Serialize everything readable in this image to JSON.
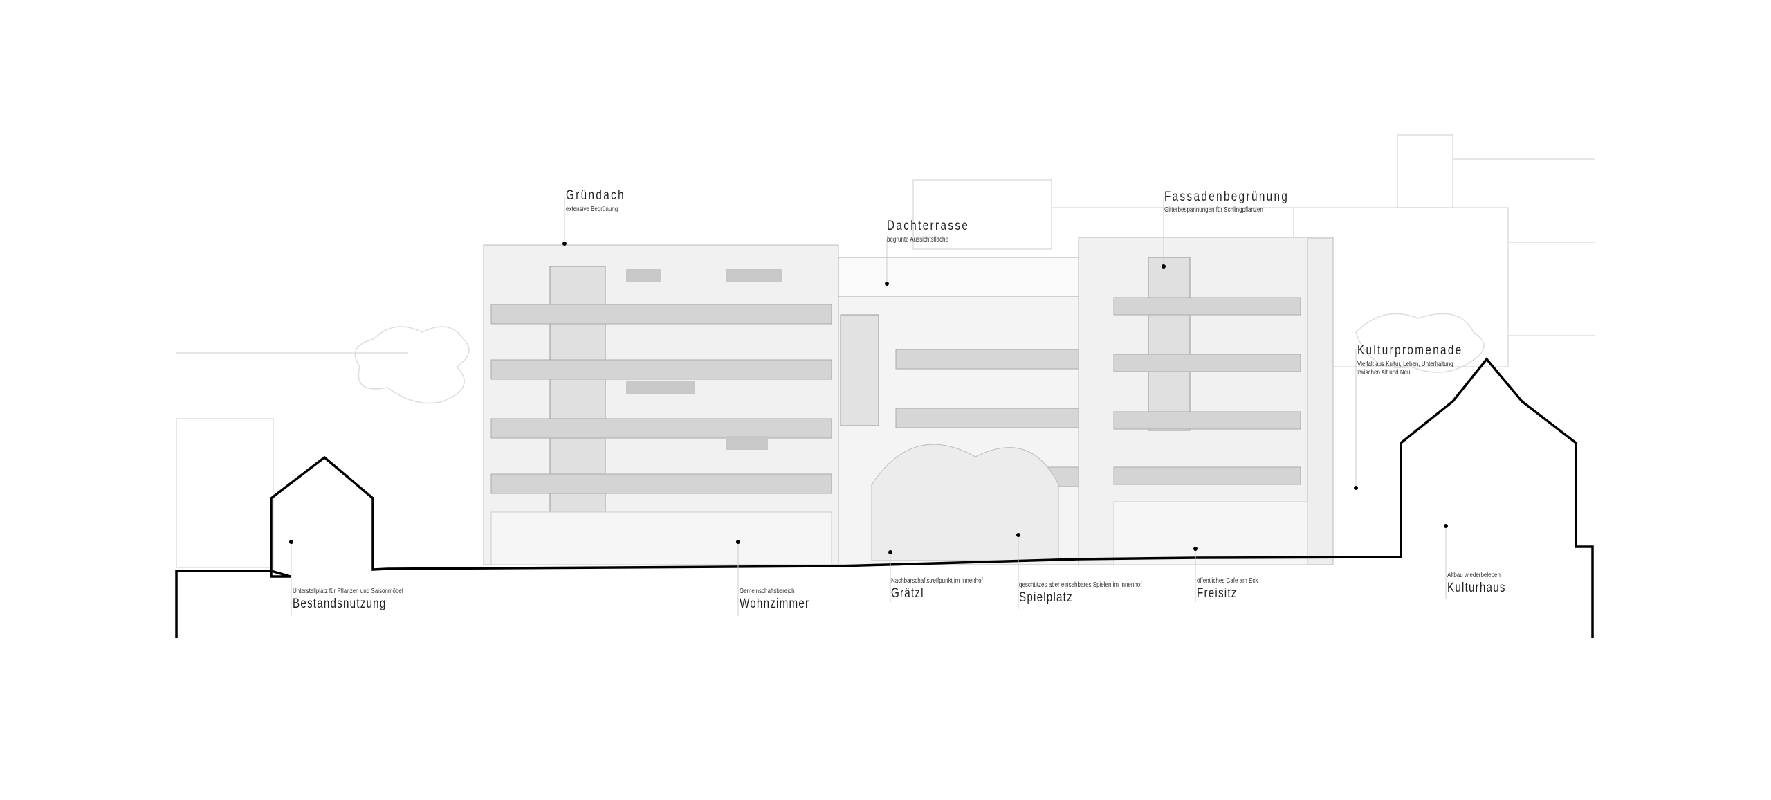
{
  "labels": {
    "gruendach": {
      "title": "Gründach",
      "subtitle": "extensive Begrünung"
    },
    "dachterrasse": {
      "title": "Dachterrasse",
      "subtitle": "begrünte Aussichtsfläche"
    },
    "fassadenbegruenung": {
      "title": "Fassadenbegrünung",
      "subtitle": "Gitterbespannungen für Schlingpflanzen"
    },
    "kulturpromenade": {
      "title": "Kulturpromenade",
      "subtitle_line1": "Vielfalt aus Kultur, Leben, Unterhaltung",
      "subtitle_line2": "zwischen Alt und Neu"
    },
    "bestandsnutzung": {
      "title": "Bestandsnutzung",
      "subtitle": "Unterstellplatz für Pflanzen und Saisonmöbel"
    },
    "wohnzimmer": {
      "title": "Wohnzimmer",
      "subtitle": "Gemeinschaftsbereich"
    },
    "graetzl": {
      "title": "Grätzl",
      "subtitle": "Nachbarschaftstreffpunkt im Innenhof"
    },
    "spielplatz": {
      "title": "Spielplatz",
      "subtitle": "geschützes aber einsehbares Spielen im Innenhof"
    },
    "freisitz": {
      "title": "Freisitz",
      "subtitle": "öffentliches Cafe am Eck"
    },
    "kulturhaus": {
      "title": "Kulturhaus",
      "subtitle": "Altbau wiederbeleben"
    }
  }
}
